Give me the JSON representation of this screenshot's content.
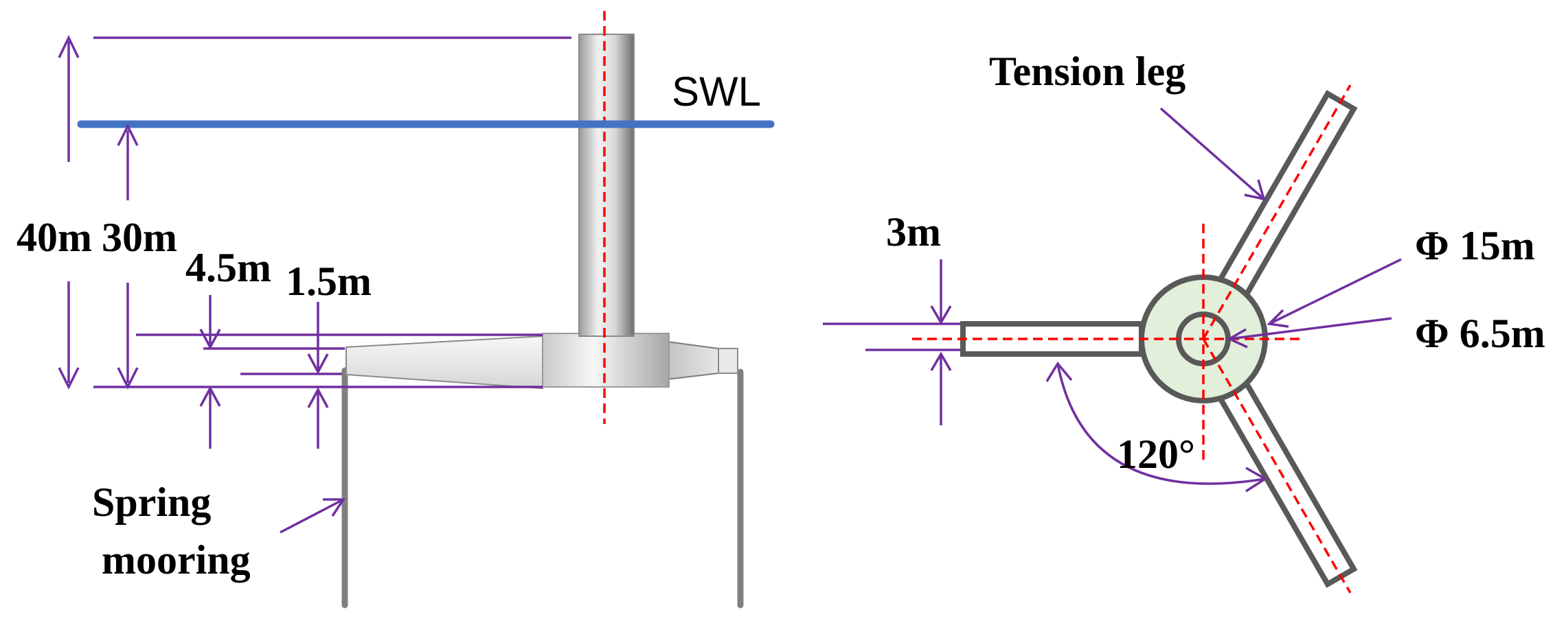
{
  "side_view": {
    "swl_label": "SWL",
    "dim_40m": "40m",
    "dim_30m": "30m",
    "dim_4_5m": "4.5m",
    "dim_1_5m": "1.5m",
    "spring_line1": "Spring",
    "spring_line2": "mooring"
  },
  "top_view": {
    "tension_leg": "Tension leg",
    "dim_3m": "3m",
    "phi_15m": "Φ 15m",
    "phi_6_5m": "Φ 6.5m",
    "angle": "120°"
  },
  "colors": {
    "dimension": "#7030A0",
    "waterline": "#4472C4",
    "centerline": "#FF0000",
    "outline": "#595959",
    "mooring": "#7F7F7F",
    "column_fill": "#E2EFDA"
  }
}
